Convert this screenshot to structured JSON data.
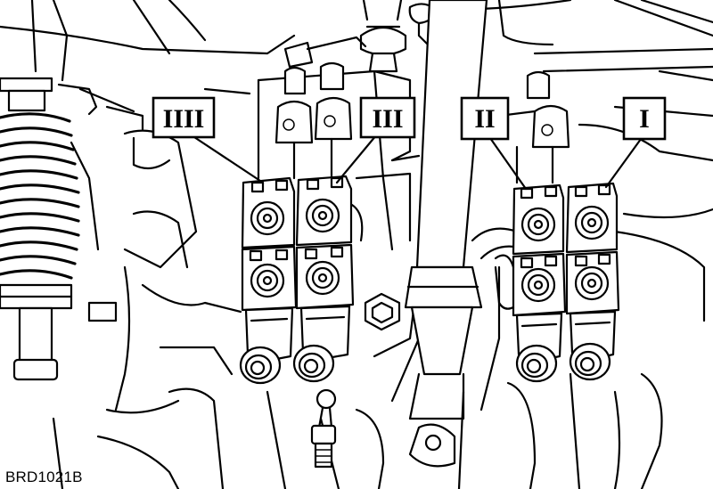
{
  "callouts": [
    {
      "id": "valve-4",
      "text": "IIII"
    },
    {
      "id": "valve-3",
      "text": "III"
    },
    {
      "id": "valve-2",
      "text": "II"
    },
    {
      "id": "valve-1",
      "text": "I"
    }
  ],
  "reference_code": "BRD1021B"
}
